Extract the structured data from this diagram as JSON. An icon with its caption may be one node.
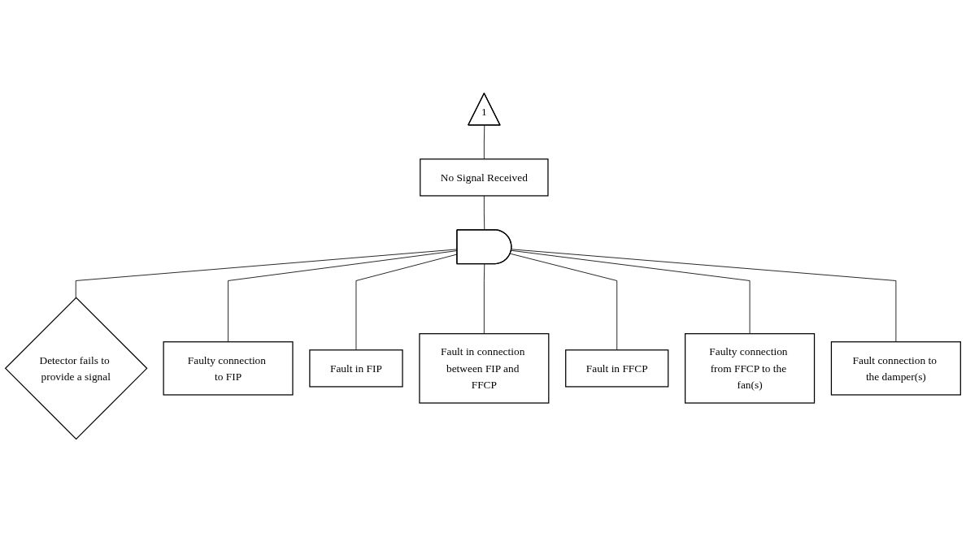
{
  "diagram": {
    "nodes": [
      {
        "text": [
          "1"
        ]
      },
      {
        "text": [
          "No Signal Received"
        ]
      },
      {
        "text": [],
        "shape": "gate"
      },
      {
        "text": [
          "Detector fails to provide a signal"
        ]
      },
      {
        "text": [
          "Faulty connection to FIP"
        ]
      },
      {
        "text": [
          "Fault in FIP"
        ]
      },
      {
        "text": [
          "Fault in connection between FIP and FFCP"
        ]
      },
      {
        "text": [
          "Fault in FFCP"
        ]
      },
      {
        "text": [
          "Faulty connection from FFCP to the fan(s)"
        ]
      },
      {
        "text": [
          "Fault connection to the damper(s)"
        ]
      }
    ],
    "edges": [
      {
        "from": 0,
        "to": 1,
        "arrow": "none"
      },
      {
        "from": 1,
        "to": 2,
        "arrow": "none"
      },
      {
        "from": 2,
        "to": 3,
        "arrow": "none"
      },
      {
        "from": 2,
        "to": 4,
        "arrow": "none"
      },
      {
        "from": 2,
        "to": 5,
        "arrow": "none"
      },
      {
        "from": 2,
        "to": 6,
        "arrow": "none"
      },
      {
        "from": 2,
        "to": 7,
        "arrow": "none"
      },
      {
        "from": 2,
        "to": 8,
        "arrow": "none"
      },
      {
        "from": 2,
        "to": 9,
        "arrow": "none"
      }
    ]
  }
}
